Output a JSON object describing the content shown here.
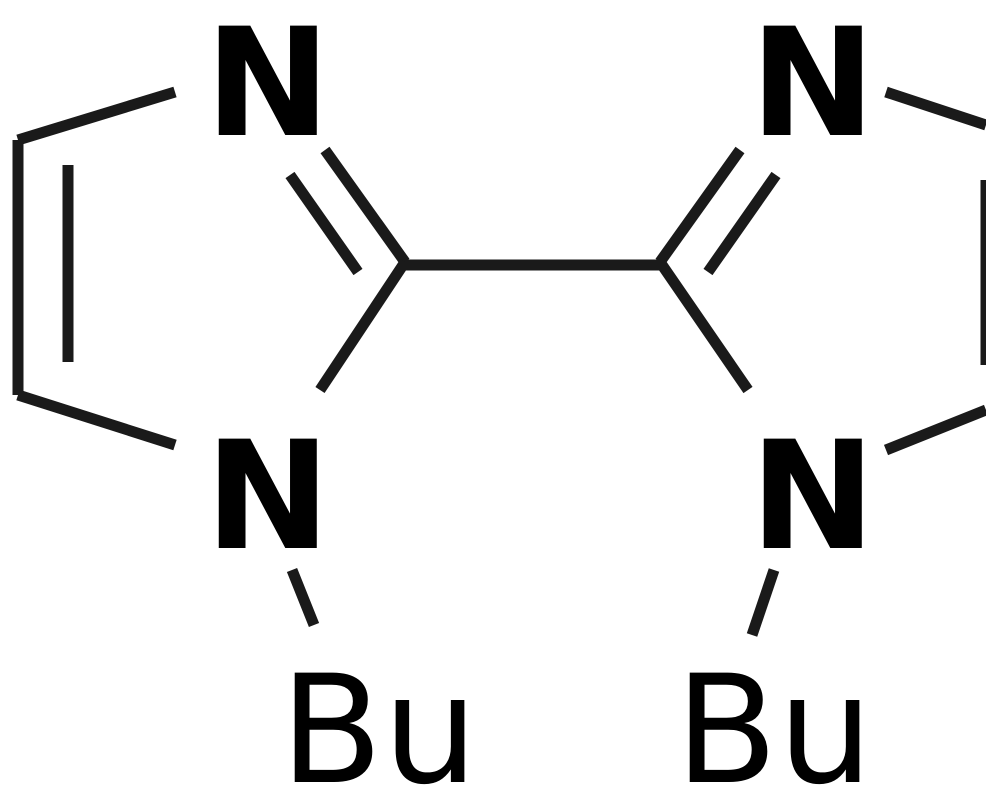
{
  "diagram": {
    "atoms": {
      "n_top_left": "N",
      "n_bottom_left": "N",
      "n_top_right": "N",
      "n_bottom_right": "N"
    },
    "substituents": {
      "left": "Bu",
      "right": "Bu"
    },
    "colors": {
      "bond": "#1a1a1a",
      "text": "#000000",
      "background": "#ffffff"
    }
  }
}
